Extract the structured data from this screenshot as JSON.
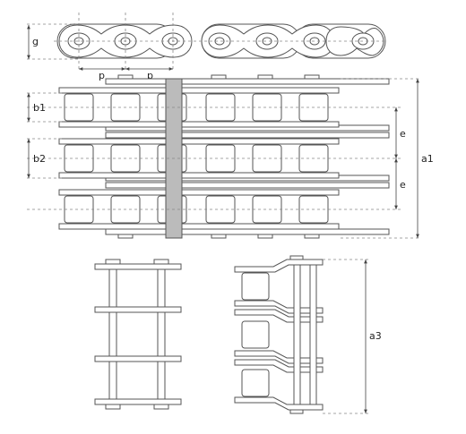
{
  "labels": {
    "g": "g",
    "p": "p",
    "b1": "b1",
    "b2": "b2",
    "e": "e",
    "a1": "a1",
    "a3": "a3"
  },
  "colors": {
    "line": "#555555",
    "dim": "#444444",
    "dash": "#888888",
    "pin_fill": "#bbbbbb",
    "plate_fill": "#ffffff"
  }
}
